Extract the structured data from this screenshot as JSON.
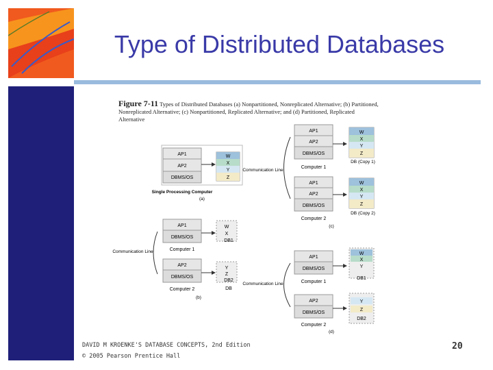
{
  "slide": {
    "title": "Type of Distributed Databases",
    "page_number": "20",
    "footer_line1": "DAVID M KROENKE'S DATABASE CONCEPTS, 2nd Edition",
    "footer_line2": "© 2005 Pearson Prentice Hall"
  },
  "figure": {
    "caption_label": "Figure 7-11",
    "caption_text": "Types of Distributed Databases (a) Nonpartitioned, Nonreplicated Alternative; (b) Partitioned, Nonreplicated Alternative; (c) Nonpartitioned, Replicated Alternative; and (d) Partitioned, Replicated Alternative",
    "labels": {
      "ap1": "AP1",
      "ap2": "AP2",
      "dbms": "DBMS/OS",
      "w": "W",
      "x": "X",
      "y": "Y",
      "z": "Z",
      "single_computer": "Single Processing Computer",
      "a": "(a)",
      "b": "(b)",
      "c": "(c)",
      "d": "(d)",
      "computer1": "Computer 1",
      "computer2": "Computer 2",
      "comm_line": "Communication Line",
      "db1": "DB1",
      "db2": "DB2",
      "db": "DB",
      "db_copy1": "DB (Copy 1)",
      "db_copy2": "DB (Copy 2)"
    }
  }
}
